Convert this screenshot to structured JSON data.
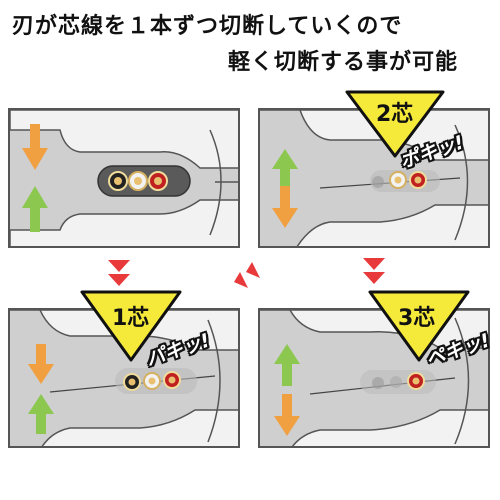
{
  "caption": {
    "line1": "刃が芯線を１本ずつ切断していくので",
    "line2": "軽く切断する事が可能"
  },
  "steps": {
    "step1": {
      "label": "1芯",
      "sound": "パキッ!"
    },
    "step2": {
      "label": "2芯",
      "sound": "ポキッ!"
    },
    "step3": {
      "label": "3芯",
      "sound": "ペキッ!"
    }
  },
  "colors": {
    "panel_bg": "#cfcfcf",
    "jaw_fill": "#f2f2f2",
    "triangle_yellow": "#f5ea3a",
    "arrow_red": "#e83a3a",
    "arrow_orange": "#f0a040",
    "arrow_green": "#8cc850"
  },
  "icons": [
    "down-arrow-icon",
    "diagonal-arrow-icon",
    "press-down-arrow-icon",
    "press-up-arrow-icon"
  ]
}
